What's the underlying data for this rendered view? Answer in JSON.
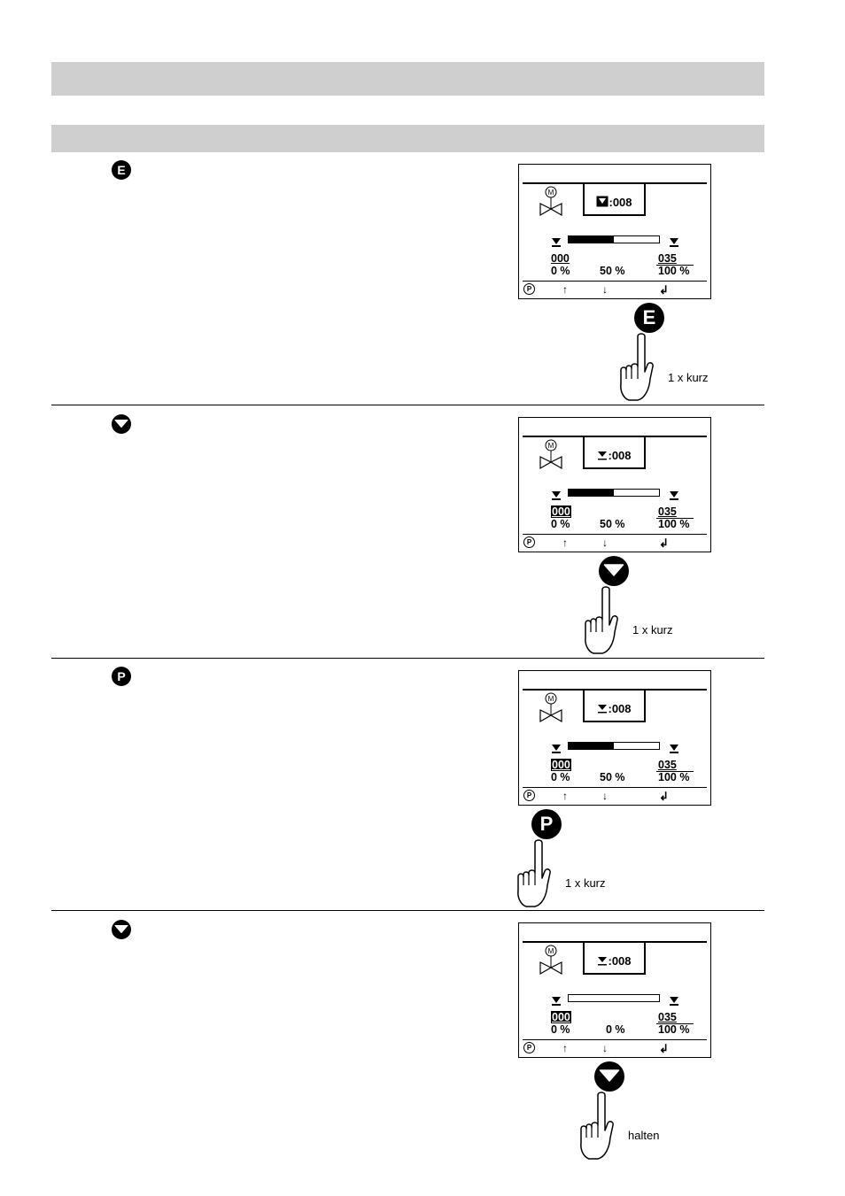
{
  "header_bands": [
    "",
    ""
  ],
  "steps": [
    {
      "key_icon": "E",
      "display": {
        "value": ":008",
        "value_icon": "valve-marker-boxed",
        "left_top": "000",
        "left_top_selected": false,
        "left_bottom": "0 %",
        "mid": "50 %",
        "right_top": "035",
        "right_bottom": "100 %",
        "bar_fill": 0.5
      },
      "press_key": "E",
      "hint": "1 x kurz"
    },
    {
      "key_icon": "down",
      "display": {
        "value": ":008",
        "value_icon": "valve-marker",
        "left_top": "000",
        "left_top_selected": true,
        "left_bottom": "0 %",
        "mid": "50 %",
        "right_top": "035",
        "right_bottom": "100 %",
        "bar_fill": 0.5
      },
      "press_key": "down",
      "hint": "1 x kurz"
    },
    {
      "key_icon": "P",
      "display": {
        "value": ":008",
        "value_icon": "valve-marker",
        "left_top": "000",
        "left_top_selected": true,
        "left_bottom": "0 %",
        "mid": "50 %",
        "right_top": "035",
        "right_bottom": "100 %",
        "bar_fill": 0.5
      },
      "press_key": "P",
      "hint": "1 x kurz"
    },
    {
      "key_icon": "down",
      "display": {
        "value": ":008",
        "value_icon": "valve-marker",
        "left_top": "000",
        "left_top_selected": true,
        "left_bottom": "0 %",
        "mid": "0 %",
        "right_top": "035",
        "right_bottom": "100 %",
        "bar_fill": 0.0
      },
      "press_key": "down",
      "hint": "halten"
    }
  ],
  "footer": {
    "p": "P",
    "up": "↑",
    "down": "↓",
    "enter": "↲"
  }
}
